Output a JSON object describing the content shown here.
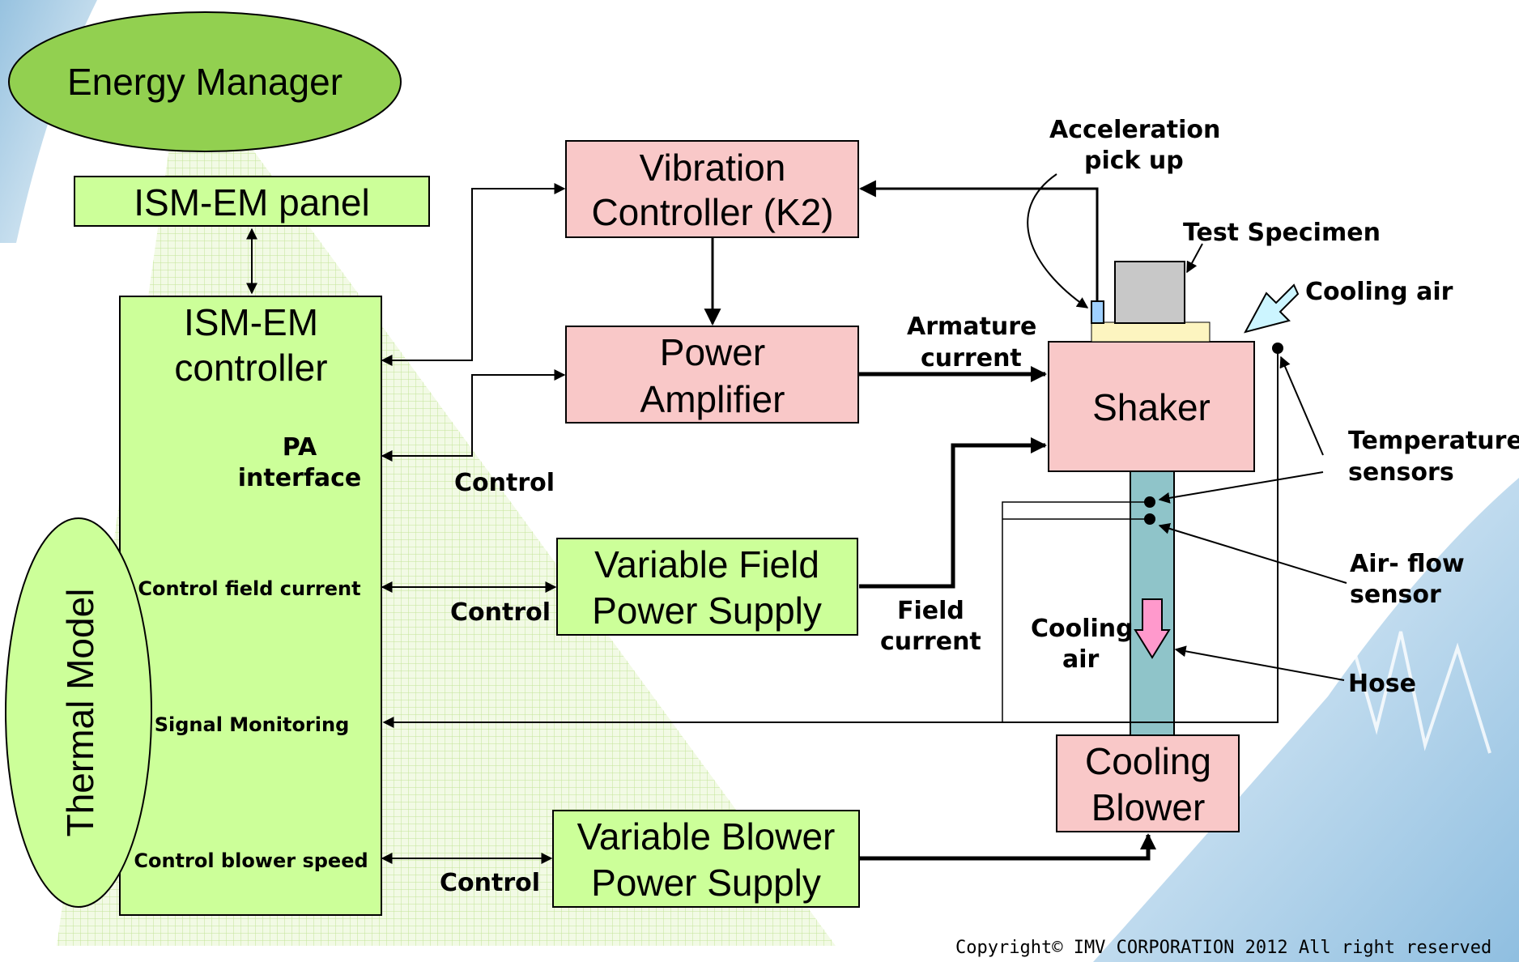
{
  "colors": {
    "green_box": "#ccff99",
    "green_ellipse": "#92d050",
    "pink_box": "#f9c8c8",
    "hose": "#8fc4c9",
    "specimen": "#c8c8c8",
    "plate": "#fdf5c0",
    "cool_arrow": "#ccf5ff",
    "pink_arrow": "#ff99cc",
    "sensor_box": "#9fd0ff",
    "wedge": "#e4f7c4",
    "line": "#000000"
  },
  "labels": {
    "energy_manager": "Energy Manager",
    "ism_panel": "ISM-EM panel",
    "ism_controller_line1": "ISM-EM",
    "ism_controller_line2": "controller",
    "pa_line1": "PA",
    "pa_line2": "interface",
    "control_field_current": "Control field current",
    "signal_monitoring": "Signal Monitoring",
    "control_blower_speed": "Control blower speed",
    "thermal_model": "Thermal Model",
    "vib_line1": "Vibration",
    "vib_line2": "Controller (K2)",
    "pa_box_line1": "Power",
    "pa_box_line2": "Amplifier",
    "vfps_line1": "Variable Field",
    "vfps_line2": "Power Supply",
    "vbps_line1": "Variable Blower",
    "vbps_line2": "Power Supply",
    "shaker": "Shaker",
    "blower_line1": "Cooling",
    "blower_line2": "Blower",
    "control": "Control",
    "armature_line1": "Armature",
    "armature_line2": "current",
    "field_line1": "Field",
    "field_line2": "current",
    "accel_line1": "Acceleration",
    "accel_line2": "pick up",
    "test_specimen": "Test Specimen",
    "cooling_air": "Cooling air",
    "temp_line1": "Temperature",
    "temp_line2": "sensors",
    "airflow_line1": "Air- flow",
    "airflow_line2": "sensor",
    "cooling_air_short1": "Cooling",
    "cooling_air_short2": "air",
    "hose": "Hose",
    "copyright": "Copyright© IMV CORPORATION 2012 All right reserved"
  }
}
